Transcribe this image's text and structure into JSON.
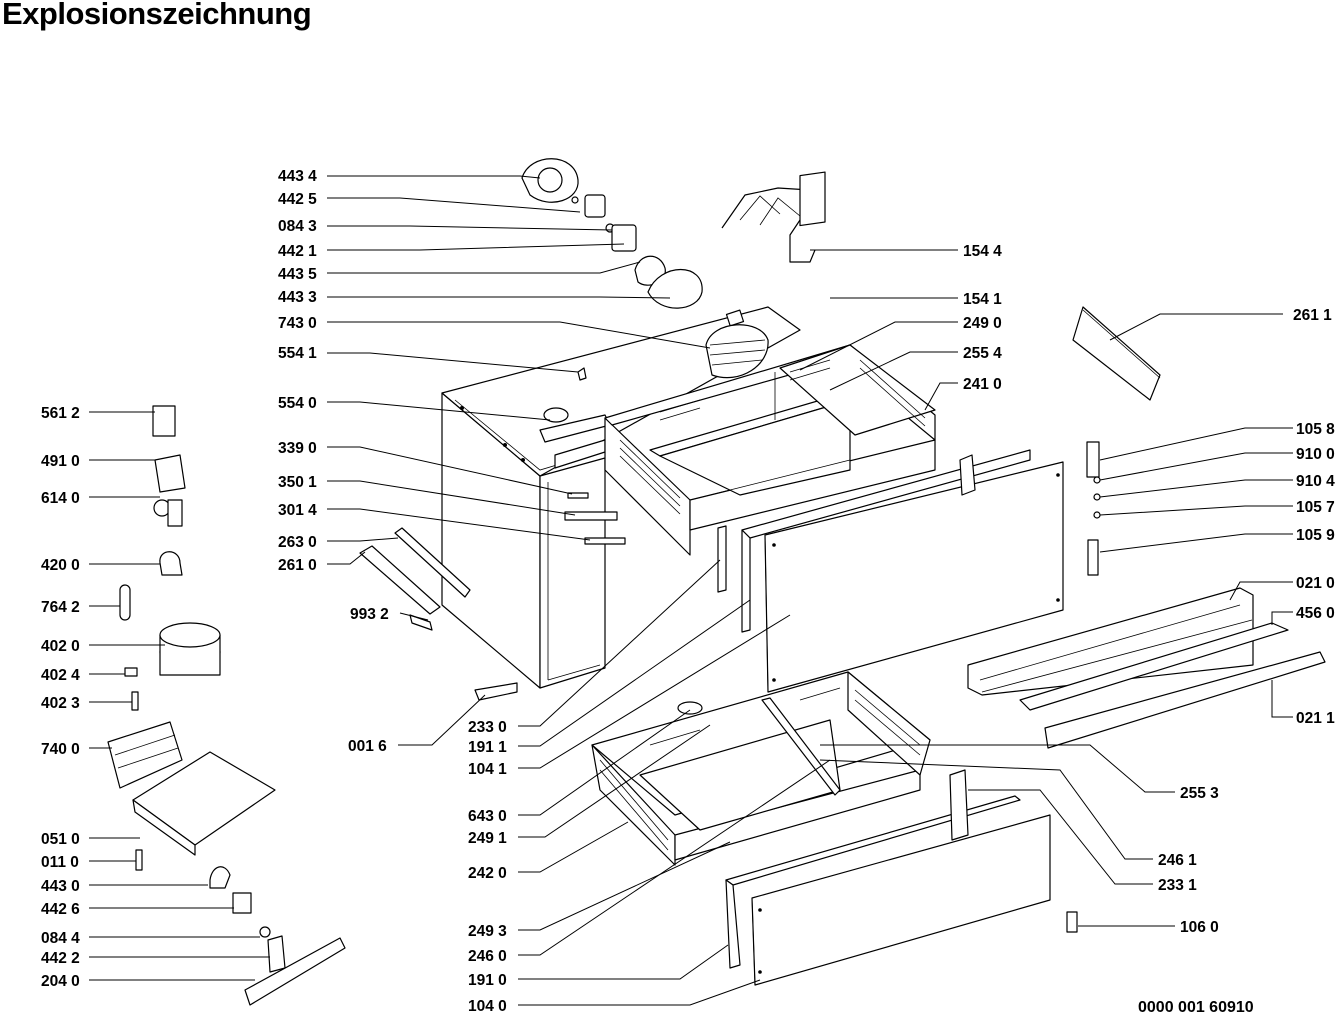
{
  "title": "Explosionszeichnung",
  "document_number": "0000 001 60910",
  "callouts": [
    {
      "code": "443 4"
    },
    {
      "code": "442 5"
    },
    {
      "code": "084 3"
    },
    {
      "code": "442 1"
    },
    {
      "code": "443 5"
    },
    {
      "code": "443 3"
    },
    {
      "code": "743 0"
    },
    {
      "code": "554 1"
    },
    {
      "code": "554 0"
    },
    {
      "code": "339 0"
    },
    {
      "code": "350 1"
    },
    {
      "code": "301 4"
    },
    {
      "code": "263 0"
    },
    {
      "code": "261 0"
    },
    {
      "code": "993 2"
    },
    {
      "code": "001 6"
    },
    {
      "code": "233 0"
    },
    {
      "code": "191 1"
    },
    {
      "code": "104 1"
    },
    {
      "code": "643 0"
    },
    {
      "code": "249 1"
    },
    {
      "code": "242 0"
    },
    {
      "code": "249 3"
    },
    {
      "code": "246 0"
    },
    {
      "code": "191 0"
    },
    {
      "code": "104 0"
    },
    {
      "code": "561 2"
    },
    {
      "code": "491 0"
    },
    {
      "code": "614 0"
    },
    {
      "code": "420 0"
    },
    {
      "code": "764 2"
    },
    {
      "code": "402 0"
    },
    {
      "code": "402 4"
    },
    {
      "code": "402 3"
    },
    {
      "code": "740 0"
    },
    {
      "code": "051 0"
    },
    {
      "code": "011 0"
    },
    {
      "code": "443 0"
    },
    {
      "code": "442 6"
    },
    {
      "code": "084 4"
    },
    {
      "code": "442 2"
    },
    {
      "code": "204 0"
    },
    {
      "code": "154 4"
    },
    {
      "code": "154 1"
    },
    {
      "code": "249 0"
    },
    {
      "code": "255 4"
    },
    {
      "code": "241 0"
    },
    {
      "code": "261 1"
    },
    {
      "code": "105 8"
    },
    {
      "code": "910 0"
    },
    {
      "code": "910 4"
    },
    {
      "code": "105 7"
    },
    {
      "code": "105 9"
    },
    {
      "code": "021 0"
    },
    {
      "code": "456 0"
    },
    {
      "code": "021 1"
    },
    {
      "code": "255 3"
    },
    {
      "code": "246 1"
    },
    {
      "code": "233 1"
    },
    {
      "code": "106 0"
    }
  ]
}
